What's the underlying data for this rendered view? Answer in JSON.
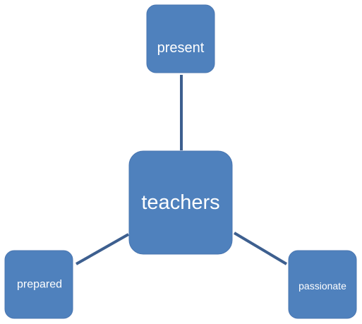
{
  "diagram": {
    "center": {
      "label": "teachers"
    },
    "top": {
      "label": "present"
    },
    "bottom_left": {
      "label": "prepared"
    },
    "bottom_right": {
      "label": "passionate"
    }
  },
  "colors": {
    "node_fill": "#4f81bd",
    "connector": "#3d5f8f",
    "text": "#ffffff",
    "background": "#ffffff"
  }
}
